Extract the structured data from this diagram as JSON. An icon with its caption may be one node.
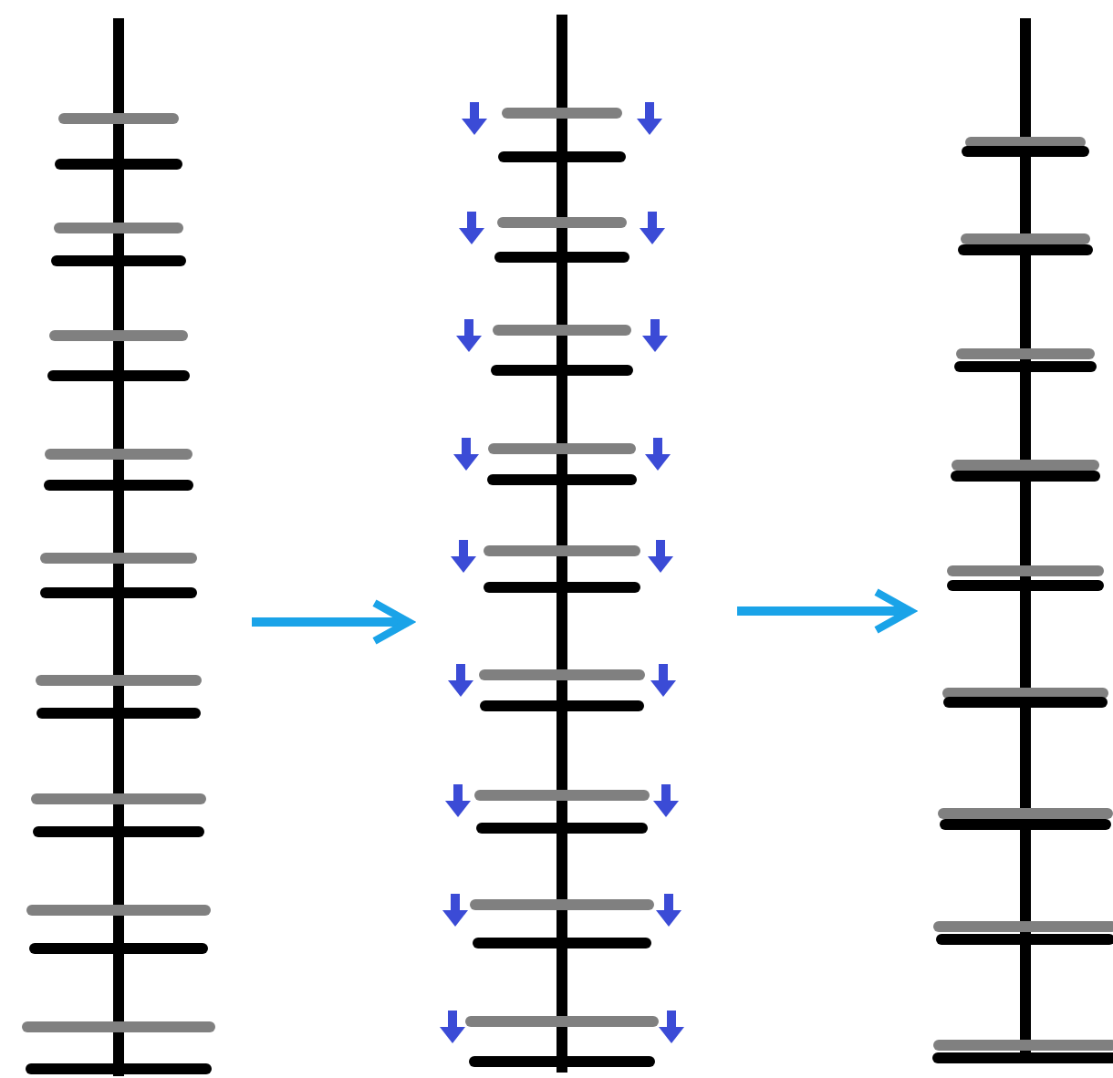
{
  "diagram": {
    "nodes": [
      {
        "text": [],
        "shape": "picture"
      },
      {
        "text": [],
        "shape": "picture"
      },
      {
        "text": [],
        "shape": "picture"
      }
    ],
    "edges": [
      {
        "from": 0,
        "to": 1,
        "arrow": "to"
      },
      {
        "from": 1,
        "to": 2,
        "arrow": "to"
      }
    ]
  }
}
